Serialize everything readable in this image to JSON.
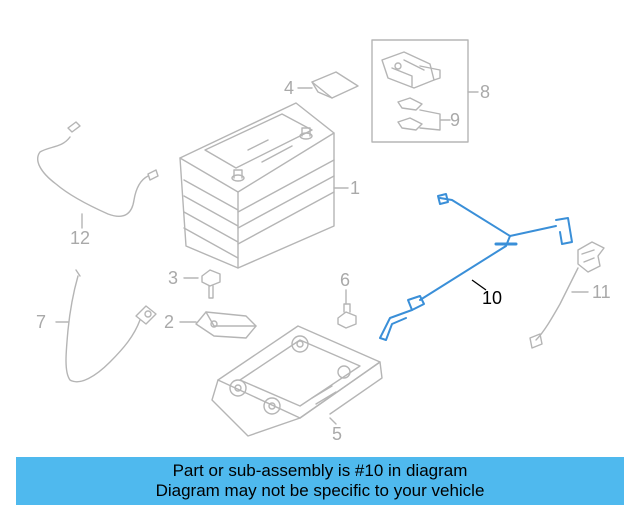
{
  "diagram": {
    "callouts": {
      "c1": "1",
      "c2": "2",
      "c3": "3",
      "c4": "4",
      "c5": "5",
      "c6": "6",
      "c7": "7",
      "c8": "8",
      "c9": "9",
      "c10": "10",
      "c11": "11",
      "c12": "12"
    },
    "highlighted_part": "10",
    "colors": {
      "line": "#b5b5b5",
      "highlight": "#3a8fd8",
      "banner": "#4fb9ee"
    }
  },
  "banner": {
    "line1": "Part or sub-assembly is #10 in diagram",
    "line2": "Diagram may not be specific to your vehicle"
  }
}
